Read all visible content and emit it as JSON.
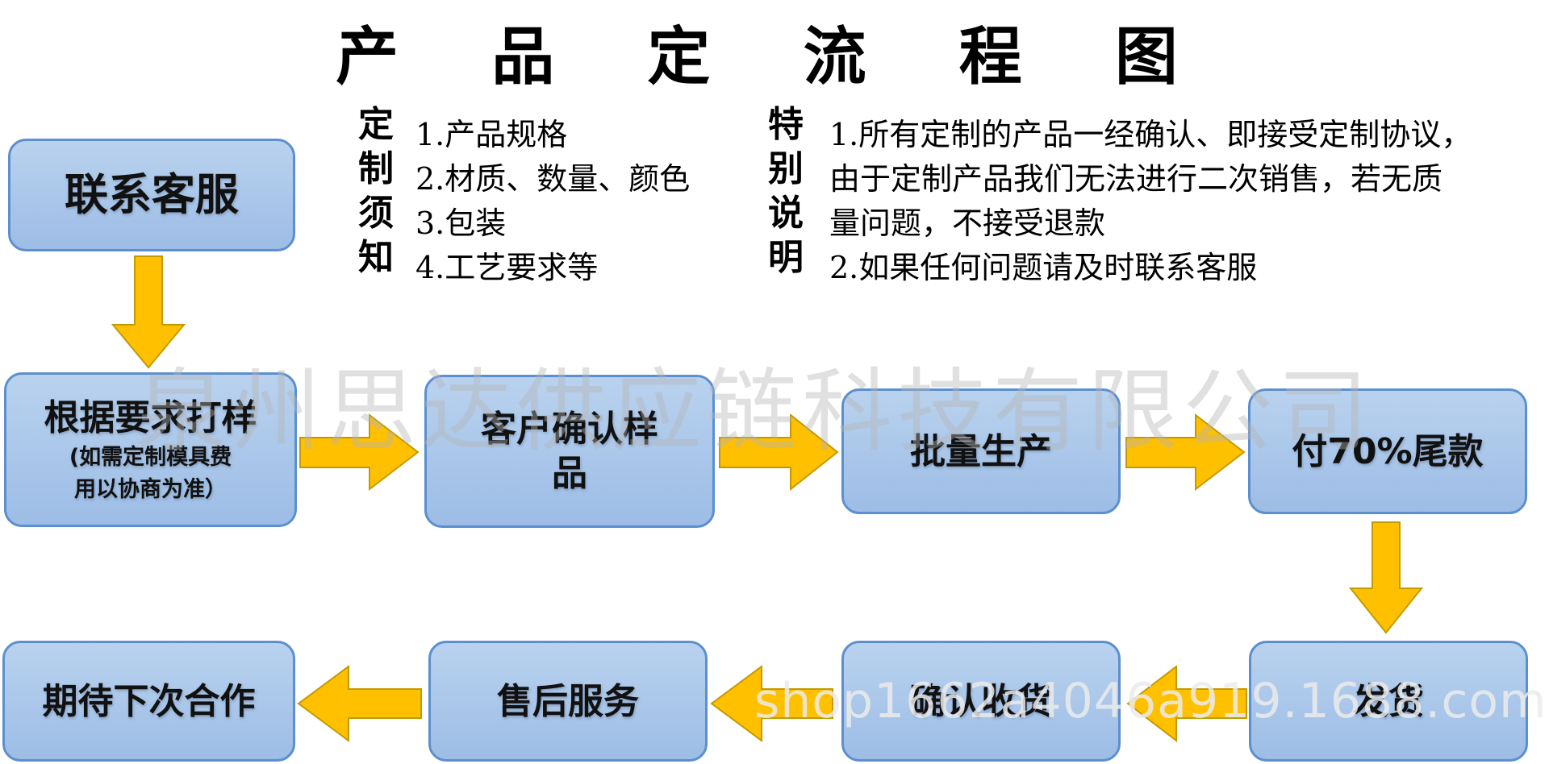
{
  "title": "产 品 定 流 程 图",
  "notice_label": [
    "定",
    "制",
    "须",
    "知"
  ],
  "notice_items": [
    "1.产品规格",
    "2.材质、数量、颜色",
    "3.包装",
    "4.工艺要求等"
  ],
  "special_label": [
    "特",
    "别",
    "说",
    "明"
  ],
  "special_lines": [
    "1.所有定制的产品一经确认、即接受定制协议，",
    " 由于定制产品我们无法进行二次销售，若无质",
    " 量问题，不接受退款",
    "2.如果任何问题请及时联系客服"
  ],
  "steps": {
    "contact": "联系客服",
    "sample": "根据要求打样",
    "sample_note_1": "(如需定制模具费",
    "sample_note_2": "用以协商为准）",
    "confirm_sample_1": "客户确认样",
    "confirm_sample_2": "品",
    "mass_production": "批量生产",
    "pay_balance": "付70%尾款",
    "ship": "发货",
    "confirm_receipt": "确认收货",
    "after_sales": "售后服务",
    "next_cooperation": "期待下次合作"
  },
  "watermark": {
    "company": "泉州思达供应链科技有限公司",
    "shop": "shop1662a4046a919.1688.com"
  },
  "colors": {
    "arrow": "#ffc000",
    "arrow_border": "#c49a00",
    "box_border": "#5b8fcf",
    "box_fill": "#a9c6ea"
  }
}
